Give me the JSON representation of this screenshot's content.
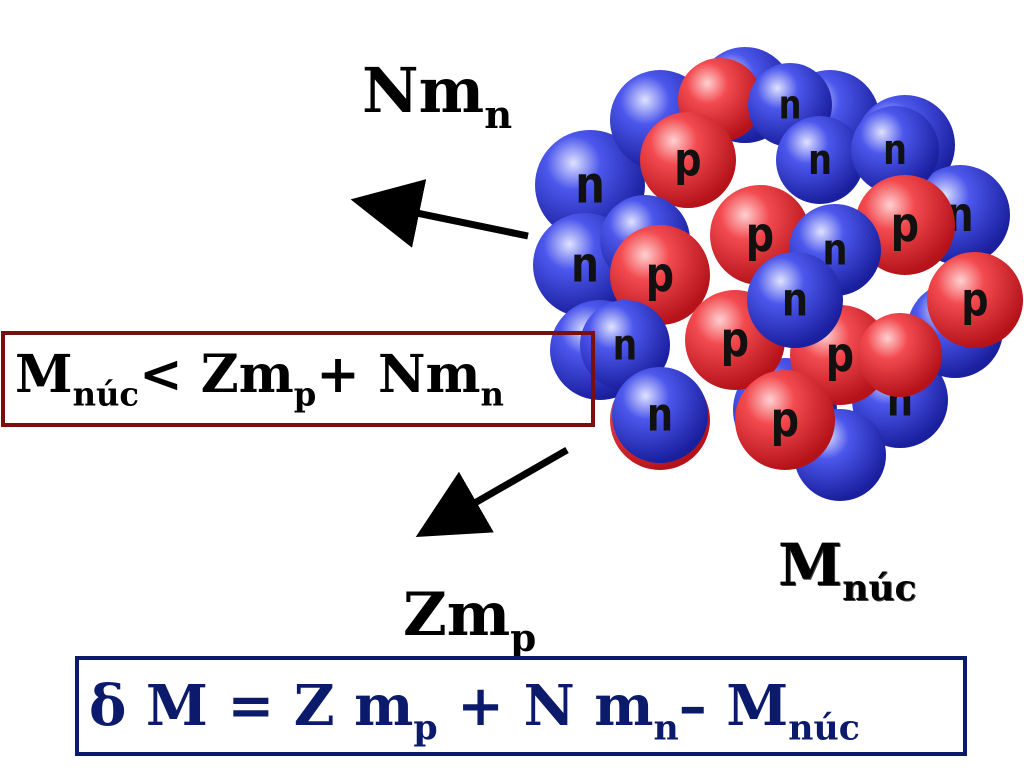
{
  "labels": {
    "neutron_mass": {
      "text": "Nm",
      "sub": "n"
    },
    "proton_mass": {
      "text": "Zm",
      "sub": "p"
    },
    "nucleus_mass": {
      "text": "M",
      "sub": "núc"
    }
  },
  "inequality": {
    "part1": "M",
    "sub1": "núc",
    "part2": "< Zm",
    "sub2": "p",
    "part3": "+ Nm",
    "sub3": "n"
  },
  "mass_defect": {
    "part1": "δ M = Z m",
    "sub1": "p",
    "part2": " + N m",
    "sub2": "n",
    "part3": "– M",
    "sub3": "núc"
  },
  "particles": {
    "proton_letter": "p",
    "neutron_letter": "n"
  },
  "colors": {
    "proton": "#e8262c",
    "neutron": "#2f3bd6",
    "inequality_border": "#7a0f0f",
    "defect_border": "#0b1a6b",
    "arrow": "#000000"
  }
}
